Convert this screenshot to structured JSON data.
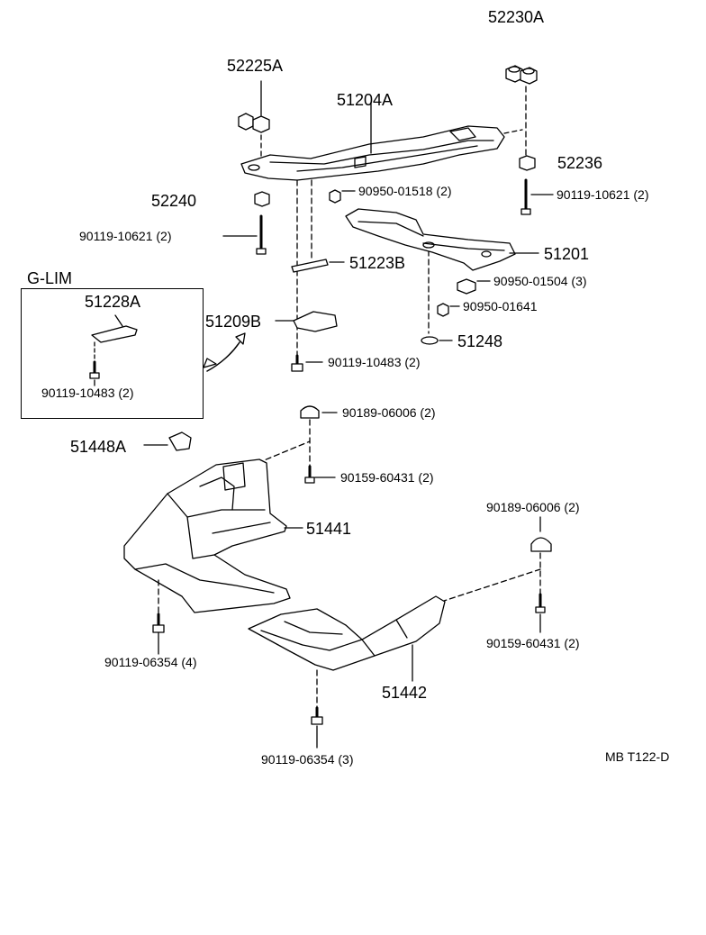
{
  "parts": {
    "p52230A": "52230A",
    "p52225A": "52225A",
    "p51204A": "51204A",
    "p52236": "52236",
    "p52240": "52240",
    "p90950_01518": "90950-01518 (2)",
    "p90119_10621_right": "90119-10621 (2)",
    "p90119_10621_left": "90119-10621 (2)",
    "p51201": "51201",
    "p51223B": "51223B",
    "p90950_01504": "90950-01504 (3)",
    "p90950_01641": "90950-01641",
    "p51209B": "51209B",
    "p51248": "51248",
    "p90119_10483": "90119-10483 (2)",
    "p90189_06006_upper": "90189-06006 (2)",
    "p51448A": "51448A",
    "p90159_60431_upper": "90159-60431 (2)",
    "p51441": "51441",
    "p90189_06006_right": "90189-06006 (2)",
    "p90119_06354_left": "90119-06354 (4)",
    "p90159_60431_right": "90159-60431 (2)",
    "p51442": "51442",
    "p90119_06354_bottom": "90119-06354 (3)"
  },
  "glim": {
    "title": "G-LIM",
    "part": "51228A",
    "bolt": "90119-10483 (2)"
  },
  "diagram_code": "MB T122-D",
  "colors": {
    "ink": "#000000",
    "paper": "#ffffff"
  }
}
